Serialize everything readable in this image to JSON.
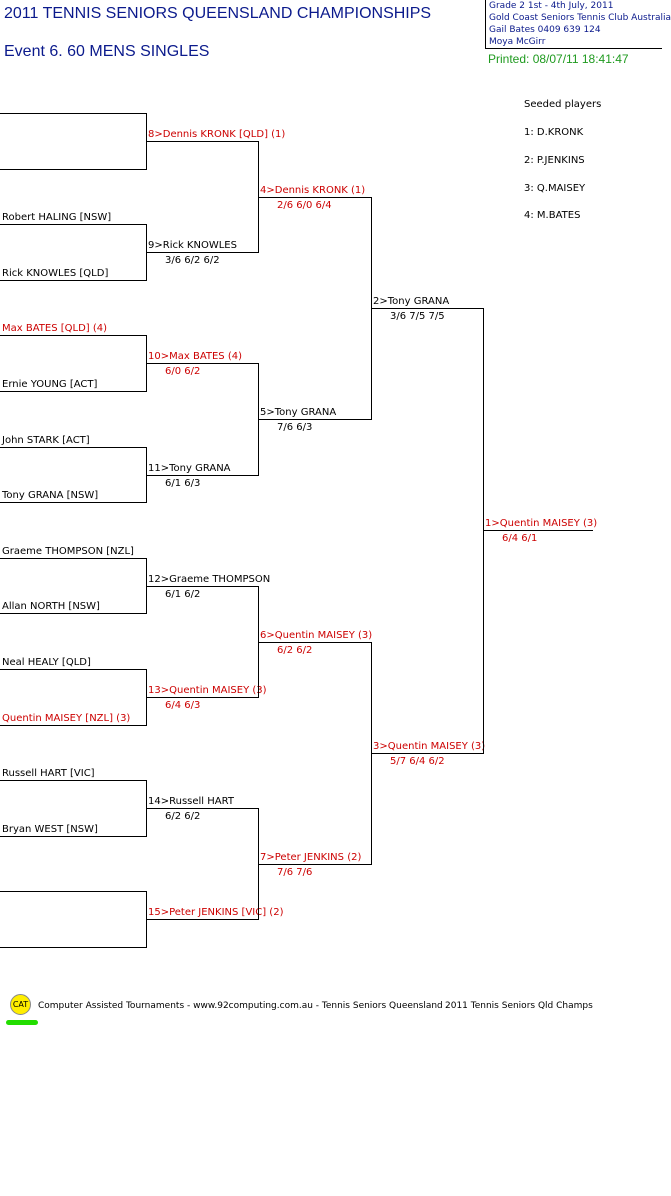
{
  "header": {
    "title": "2011 TENNIS SENIORS QUEENSLAND CHAMPIONSHIPS",
    "event": "Event 6. 60  MENS SINGLES",
    "printed": "Printed: 08/07/11 18:41:47",
    "info_lines": [
      "Grade 2    1st - 4th July, 2011",
      "Gold Coast Seniors Tennis Club    Australia",
      "Gail Bates    0409 639 124",
      "Moya McGirr"
    ]
  },
  "seeds": {
    "heading": "Seeded players",
    "items": [
      "1: D.KRONK",
      "2: P.JENKINS",
      "3: Q.MAISEY",
      "4: M.BATES"
    ]
  },
  "round1": [
    {
      "name": "",
      "red": false
    },
    {
      "name": "",
      "red": false
    },
    {
      "name": "Robert HALING [NSW]",
      "red": false
    },
    {
      "name": "Rick KNOWLES [QLD]",
      "red": false
    },
    {
      "name": "Max BATES [QLD] (4)",
      "red": true
    },
    {
      "name": "Ernie YOUNG [ACT]",
      "red": false
    },
    {
      "name": "John STARK [ACT]",
      "red": false
    },
    {
      "name": "Tony GRANA [NSW]",
      "red": false
    },
    {
      "name": "Graeme THOMPSON [NZL]",
      "red": false
    },
    {
      "name": "Allan NORTH [NSW]",
      "red": false
    },
    {
      "name": "Neal HEALY [QLD]",
      "red": false
    },
    {
      "name": "Quentin MAISEY [NZL] (3)",
      "red": true
    },
    {
      "name": "Russell HART [VIC]",
      "red": false
    },
    {
      "name": "Bryan WEST [NSW]",
      "red": false
    },
    {
      "name": "",
      "red": false
    },
    {
      "name": "",
      "red": false
    }
  ],
  "round2": [
    {
      "name": "8>Dennis KRONK [QLD] (1)",
      "score": "",
      "red": true
    },
    {
      "name": "9>Rick KNOWLES",
      "score": "3/6 6/2 6/2",
      "red": false
    },
    {
      "name": "10>Max BATES (4)",
      "score": "6/0 6/2",
      "red": true
    },
    {
      "name": "11>Tony GRANA",
      "score": "6/1 6/3",
      "red": false
    },
    {
      "name": "12>Graeme THOMPSON",
      "score": "6/1 6/2",
      "red": false
    },
    {
      "name": "13>Quentin MAISEY (3)",
      "score": "6/4 6/3",
      "red": true
    },
    {
      "name": "14>Russell HART",
      "score": "6/2 6/2",
      "red": false
    },
    {
      "name": "15>Peter JENKINS [VIC] (2)",
      "score": "",
      "red": true
    }
  ],
  "round3": [
    {
      "name": "4>Dennis KRONK (1)",
      "score": "2/6 6/0 6/4",
      "red": true
    },
    {
      "name": "5>Tony GRANA",
      "score": "7/6 6/3",
      "red": false
    },
    {
      "name": "6>Quentin MAISEY (3)",
      "score": "6/2 6/2",
      "red": true
    },
    {
      "name": "7>Peter JENKINS (2)",
      "score": "7/6 7/6",
      "red": true
    }
  ],
  "semis": [
    {
      "name": "2>Tony GRANA",
      "score": "3/6 7/5 7/5",
      "red": false
    },
    {
      "name": "3>Quentin MAISEY (3)",
      "score": "5/7 6/4 6/2",
      "red": true
    }
  ],
  "final": {
    "name": "1>Quentin MAISEY (3)",
    "score": "6/4 6/1",
    "red": true
  },
  "footer": {
    "logo_text": "CAT",
    "text": "Computer Assisted Tournaments - www.92computing.com.au -  Tennis Seniors Queensland",
    "right_text": "2011 Tennis Seniors Qld Champs"
  }
}
